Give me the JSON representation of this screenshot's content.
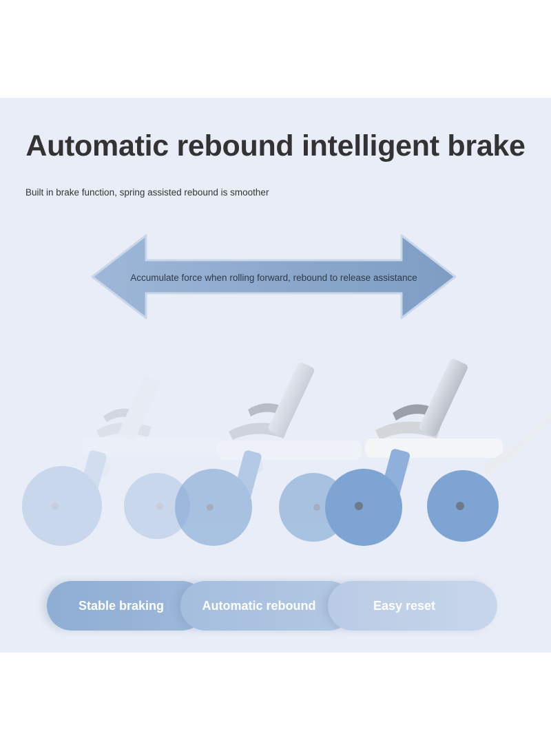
{
  "heading": {
    "title": "Automatic rebound intelligent brake",
    "subtitle": "Built in brake function, spring assisted rebound is smoother"
  },
  "arrow": {
    "caption": "Accumulate force when rolling forward, rebound to release assistance",
    "color": "#8ca8cc"
  },
  "features": [
    {
      "label": "Stable braking"
    },
    {
      "label": "Automatic rebound"
    },
    {
      "label": "Easy reset"
    }
  ],
  "colors": {
    "panel_background": "#e8edf7",
    "wheel": "#9ab8dc",
    "text": "#333333"
  }
}
